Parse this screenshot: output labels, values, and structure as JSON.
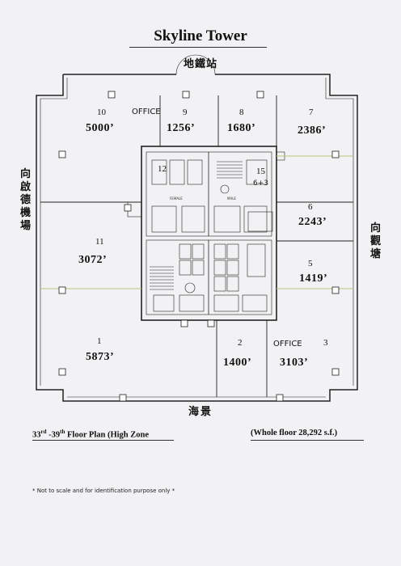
{
  "title": "Skyline Tower",
  "directions": {
    "top": "地鐵站",
    "bottom": "海景",
    "left": "向啟德機場",
    "right": "向觀塘"
  },
  "units": [
    {
      "no": "10",
      "area": "5000’"
    },
    {
      "no": "9",
      "area": "1256’"
    },
    {
      "no": "8",
      "area": "1680’"
    },
    {
      "no": "7",
      "area": "2386’"
    },
    {
      "no": "6",
      "area": "2243’"
    },
    {
      "no": "5",
      "area": "1419’"
    },
    {
      "no": "3",
      "area": "3103’"
    },
    {
      "no": "2",
      "area": "1400’"
    },
    {
      "no": "1",
      "area": "5873’"
    },
    {
      "no": "11",
      "area": "3072’"
    },
    {
      "no": "12",
      "area": ""
    },
    {
      "no": "15",
      "area": ""
    }
  ],
  "office_labels": [
    "OFFICE",
    "OFFICE"
  ],
  "handwritten_note": "6+3",
  "core_labels": {
    "female": "FEMALE",
    "male": "MALE"
  },
  "caption": {
    "floor_plan_prefix": "33",
    "floor_plan_sup1": "rd",
    "floor_plan_mid": " -39",
    "floor_plan_sup2": "th",
    "floor_plan_suffix": " Floor Plan (High Zone",
    "whole_floor": "(Whole floor 28,292 s.f.)"
  },
  "note": "*   Not to scale and for identification purpose only *",
  "colors": {
    "background": "#f2f2f4",
    "lines": "#222222",
    "divider_accent": "#b8c47a"
  }
}
